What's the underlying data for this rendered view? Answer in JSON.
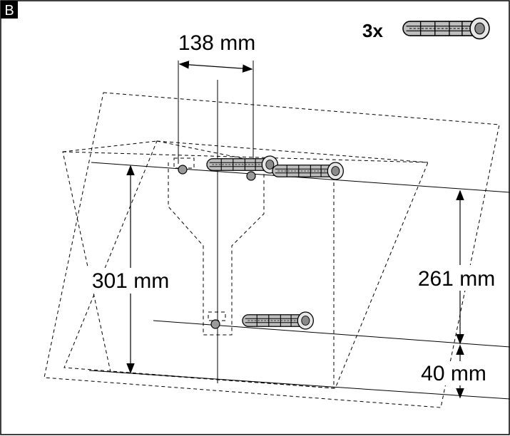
{
  "panel_label": "B",
  "quantity_label": "3x",
  "dimensions": {
    "hole_spacing": "138 mm",
    "total_height": "301 mm",
    "upper_offset": "261 mm",
    "lower_offset": "40 mm"
  },
  "icons": {
    "reference": "wall-plug-icon",
    "upper_left": "wall-plug-icon",
    "upper_right": "wall-plug-icon",
    "lower": "wall-plug-icon"
  },
  "colors": {
    "line": "#000000",
    "plug_fill": "#bdbdbd",
    "plug_shade": "#8a8a8a",
    "label_bg": "#000000",
    "label_text": "#ffffff"
  }
}
